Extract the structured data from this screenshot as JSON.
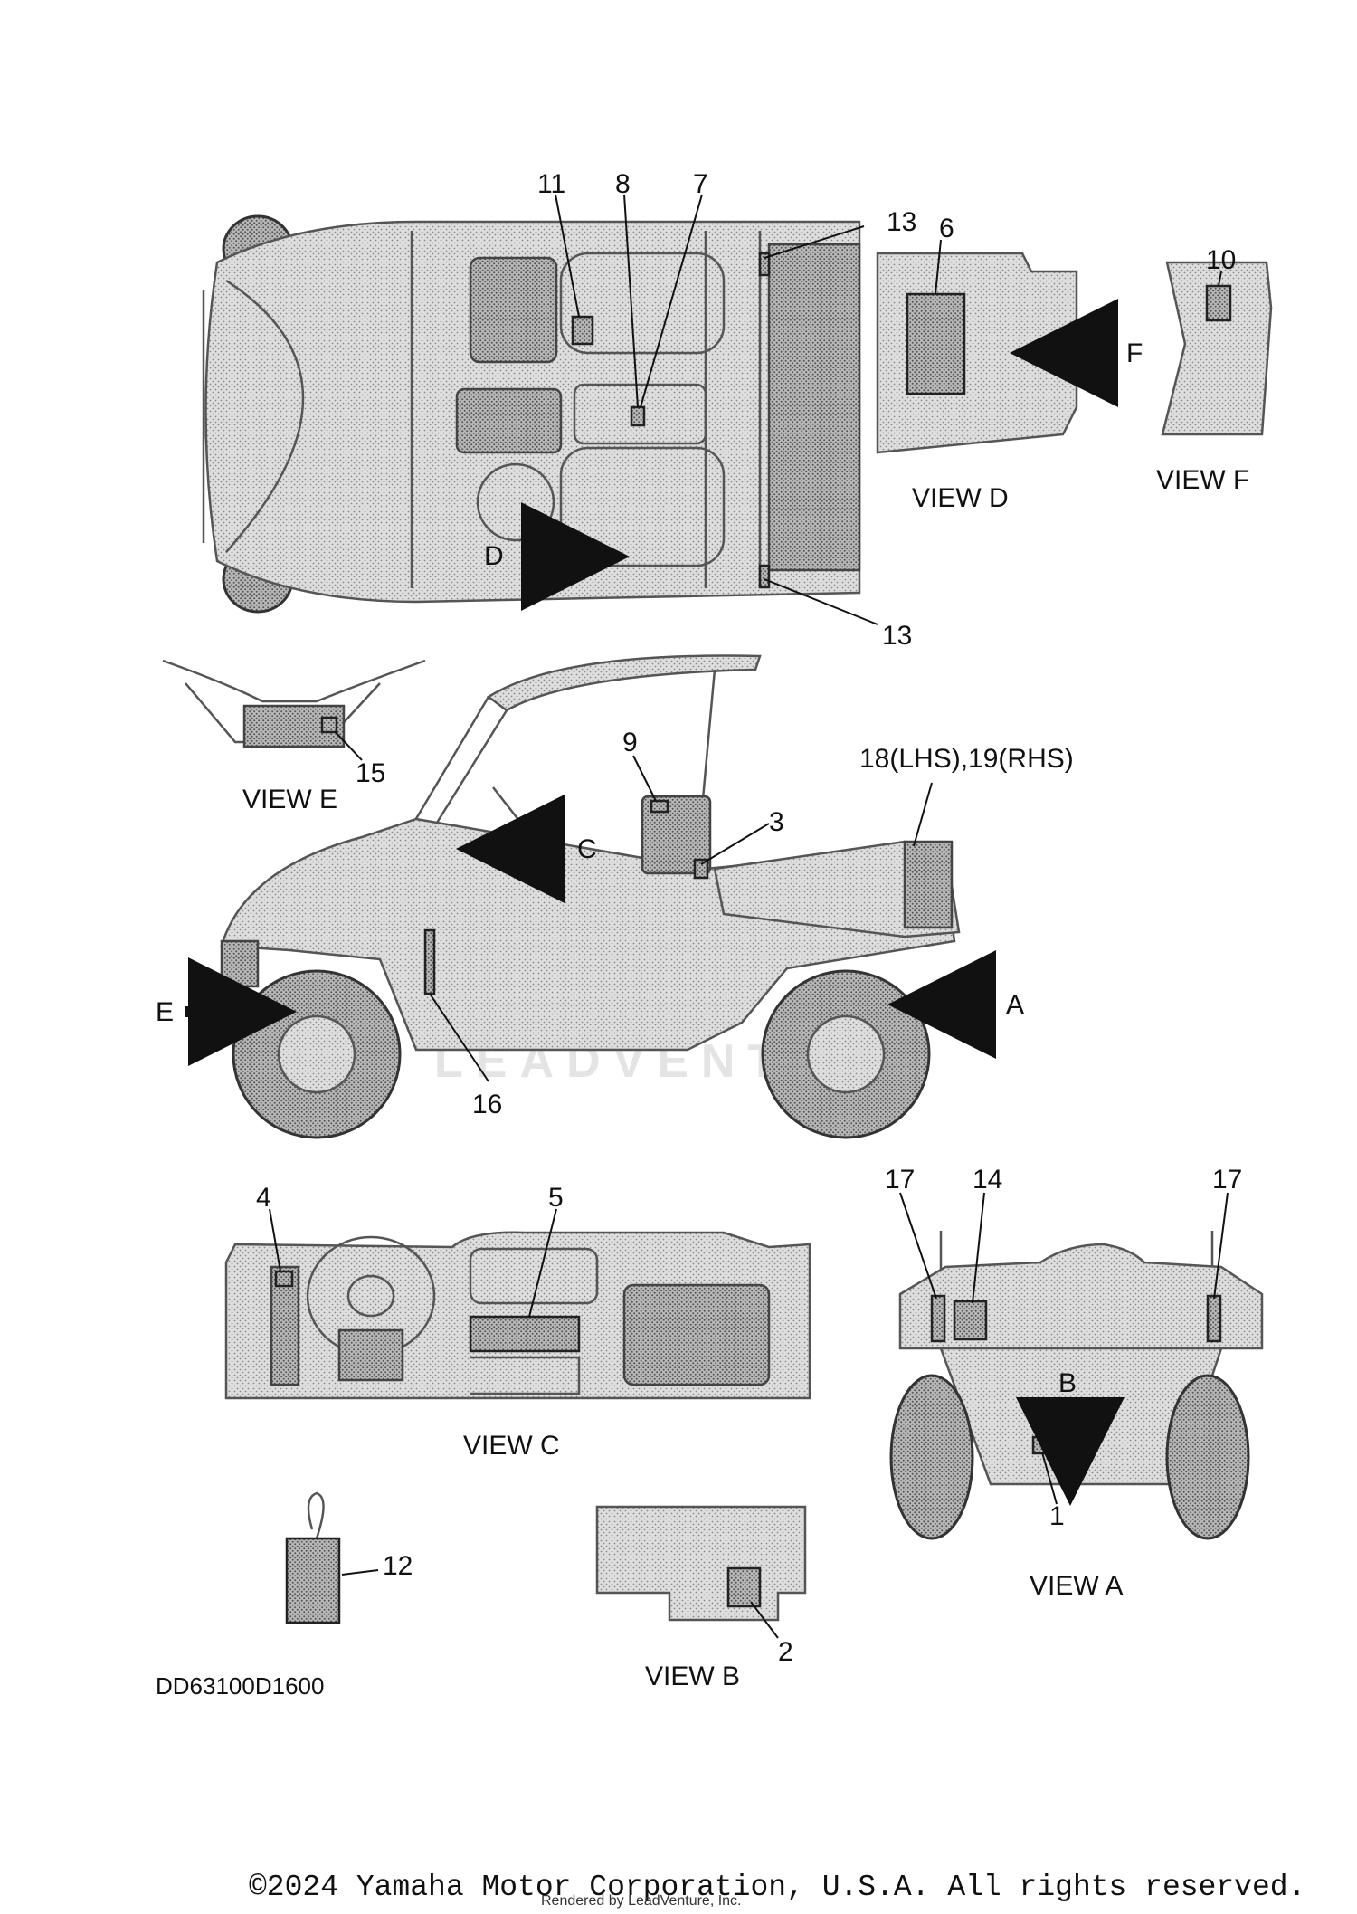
{
  "diagram": {
    "code": "DD63100D1600",
    "watermark": "LEADVENTURE",
    "copyright": "©2024 Yamaha Motor Corporation, U.S.A. All rights reserved.",
    "rendered_by": "Rendered by LeadVenture, Inc."
  },
  "views": {
    "view_a": "VIEW A",
    "view_b": "VIEW B",
    "view_c": "VIEW C",
    "view_d": "VIEW D",
    "view_e": "VIEW E",
    "view_f": "VIEW F"
  },
  "arrows": {
    "a": "A",
    "b": "B",
    "c": "C",
    "d": "D",
    "e": "E",
    "f": "F"
  },
  "callouts": {
    "c1": "1",
    "c2": "2",
    "c3": "3",
    "c4": "4",
    "c5": "5",
    "c6": "6",
    "c7": "7",
    "c8": "8",
    "c9": "9",
    "c10": "10",
    "c11": "11",
    "c12": "12",
    "c13_top": "13",
    "c13_bottom": "13",
    "c14": "14",
    "c15": "15",
    "c16": "16",
    "c17_left": "17",
    "c17_right": "17",
    "c18_19": "18(LHS),19(RHS)"
  }
}
